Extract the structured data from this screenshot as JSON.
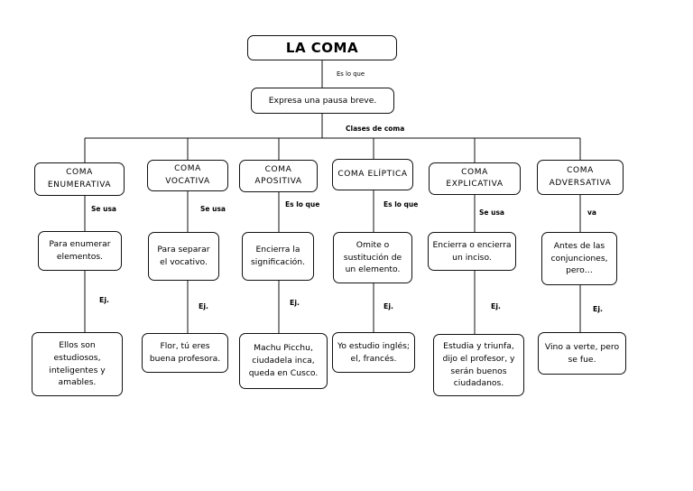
{
  "title": "LA COMA",
  "root_link": "Es lo que",
  "definition": "Expresa una pausa breve.",
  "classes_label": "Clases de coma",
  "example_label": "Ej.",
  "branches": [
    {
      "name": "COMA ENUMERATIVA",
      "link": "Se usa",
      "description": "Para enumerar elementos.",
      "example": "Ellos son estudiosos, inteligentes y amables."
    },
    {
      "name": "COMA VOCATIVA",
      "link": "Se usa",
      "description": "Para separar el vocativo.",
      "example": "Flor, tú eres buena profesora."
    },
    {
      "name": "COMA APOSITIVA",
      "link": "Es lo que",
      "description": "Encierra la significación.",
      "example": "Machu Picchu, ciudadela inca, queda en Cusco."
    },
    {
      "name": "COMA ELÍPTICA",
      "link": "Es lo que",
      "description": "Omite o sustitución de un elemento.",
      "example": "Yo estudio inglés; el, francés."
    },
    {
      "name": "COMA EXPLICATIVA",
      "link": "Se usa",
      "description": "Encierra o encierra un inciso.",
      "example": "Estudia y triunfa, dijo el profesor, y serán buenos ciudadanos."
    },
    {
      "name": "COMA ADVERSATIVA",
      "link": "va",
      "description": "Antes de las conjunciones, pero…",
      "example": "Vino a verte, pero se fue."
    }
  ]
}
